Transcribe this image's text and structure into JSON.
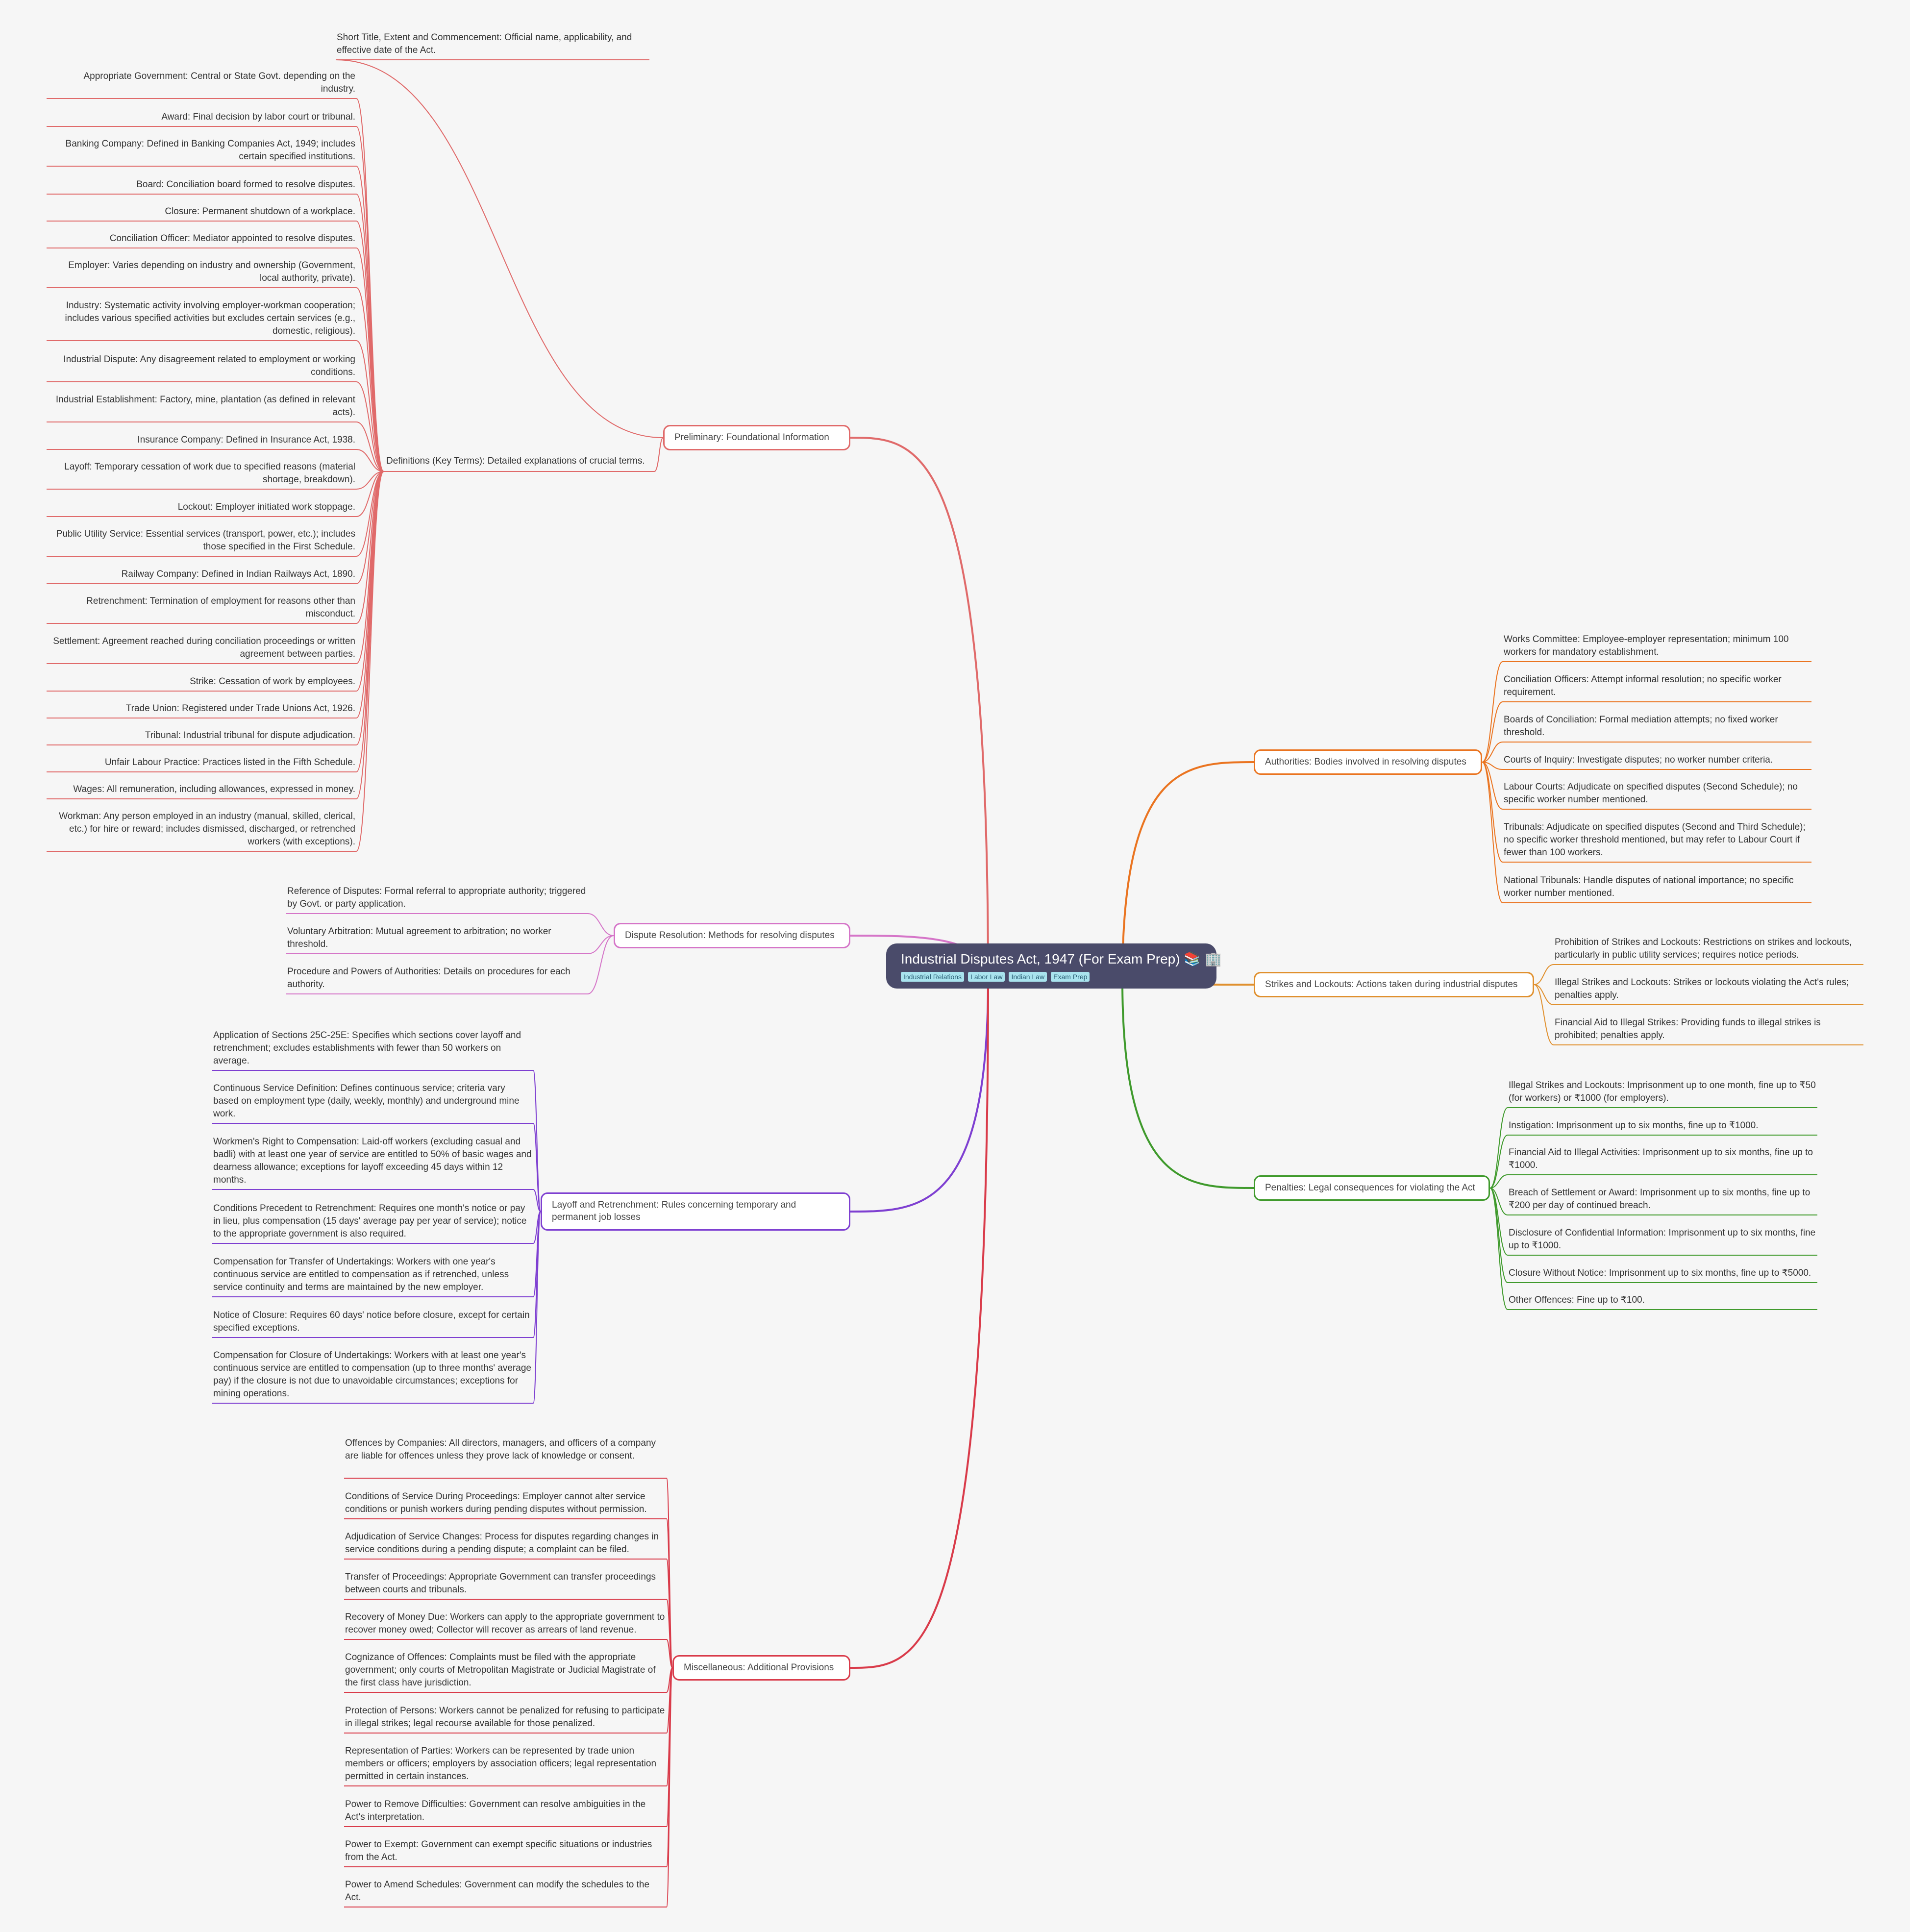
{
  "root": {
    "title": "Industrial Disputes Act, 1947 (For Exam Prep) 📚 🏢",
    "tags": [
      "Industrial Relations",
      "Labor Law",
      "Indian Law",
      "Exam Prep"
    ]
  },
  "colors": {
    "preliminary": "#e06a6a",
    "dispute": "#d575c8",
    "layoff": "#7e3fd1",
    "misc": "#d93b4a",
    "authorities": "#ea7420",
    "strikes": "#e0902e",
    "penalties": "#3f9a2c"
  },
  "branches": {
    "preliminary": {
      "label": "Preliminary: Foundational Information",
      "children": [
        "Short Title, Extent and Commencement: Official name, applicability, and effective date of the Act."
      ],
      "definitions": {
        "label": "Definitions (Key Terms): Detailed explanations of crucial terms.",
        "children": [
          "Appropriate Government: Central or State Govt. depending on the industry.",
          "Award: Final decision by labor court or tribunal.",
          "Banking Company: Defined in Banking Companies Act, 1949; includes certain specified institutions.",
          "Board: Conciliation board formed to resolve disputes.",
          "Closure: Permanent shutdown of a workplace.",
          "Conciliation Officer: Mediator appointed to resolve disputes.",
          "Employer: Varies depending on industry and ownership (Government, local authority, private).",
          "Industry: Systematic activity involving employer-workman cooperation; includes various specified activities but excludes certain services (e.g., domestic, religious).",
          "Industrial Dispute:  Any disagreement related to employment or working conditions.",
          "Industrial Establishment: Factory, mine, plantation (as defined in relevant acts).",
          "Insurance Company:  Defined in Insurance Act, 1938.",
          "Layoff: Temporary cessation of work due to specified reasons (material shortage, breakdown).",
          "Lockout: Employer initiated work stoppage.",
          "Public Utility Service: Essential services (transport, power, etc.); includes those specified in the First Schedule.",
          "Railway Company: Defined in Indian Railways Act, 1890.",
          "Retrenchment: Termination of employment for reasons other than misconduct.",
          "Settlement: Agreement reached during conciliation proceedings or written agreement between parties.",
          "Strike: Cessation of work by employees.",
          "Trade Union: Registered under Trade Unions Act, 1926.",
          "Tribunal: Industrial tribunal for dispute adjudication.",
          "Unfair Labour Practice: Practices listed in the Fifth Schedule.",
          "Wages: All remuneration, including allowances, expressed in money.",
          "Workman:  Any person employed in an industry (manual, skilled, clerical, etc.) for hire or reward; includes dismissed, discharged, or retrenched workers (with exceptions)."
        ]
      }
    },
    "dispute": {
      "label": "Dispute Resolution: Methods for resolving disputes",
      "children": [
        "Reference of Disputes: Formal referral to appropriate authority; triggered by Govt. or party application.",
        "Voluntary Arbitration:  Mutual agreement to arbitration; no worker threshold.",
        "Procedure and Powers of Authorities: Details on procedures for each authority."
      ]
    },
    "layoff": {
      "label": "Layoff and Retrenchment:  Rules concerning temporary and permanent job losses",
      "children": [
        "Application of Sections 25C-25E:  Specifies which sections cover layoff and retrenchment; excludes establishments with fewer than 50 workers on average.",
        "Continuous Service Definition: Defines continuous service; criteria vary based on employment type (daily, weekly, monthly) and underground mine work.",
        "Workmen's Right to Compensation: Laid-off workers (excluding casual and badli) with at least one year of service are entitled to 50% of basic wages and dearness allowance; exceptions for layoff exceeding 45 days within 12 months.",
        "Conditions Precedent to Retrenchment:  Requires one month's notice or pay in lieu, plus compensation (15 days' average pay per year of service); notice to the appropriate government is also required.",
        "Compensation for Transfer of Undertakings:  Workers with one year's continuous service are entitled to compensation as if retrenched, unless service continuity and terms are maintained by the new employer.",
        "Notice of Closure:  Requires 60 days' notice before closure, except for certain specified exceptions.",
        "Compensation for Closure of Undertakings:  Workers with at least one year's continuous service are entitled to compensation (up to three months' average pay) if the closure is not due to unavoidable circumstances; exceptions for mining operations."
      ]
    },
    "misc": {
      "label": "Miscellaneous: Additional Provisions",
      "children": [
        "Offences by Companies:  All directors, managers, and officers of a company are liable for offences unless they prove lack of knowledge or consent.",
        "Conditions of Service During Proceedings: Employer cannot alter service conditions or punish workers during pending disputes without permission.",
        "Adjudication of Service Changes:  Process for disputes regarding changes in service conditions during a pending dispute; a complaint can be filed.",
        "Transfer of Proceedings:  Appropriate Government can transfer proceedings between courts and tribunals.",
        "Recovery of Money Due: Workers can apply to the appropriate government to recover money owed; Collector will recover as arrears of land revenue.",
        "Cognizance of Offences:  Complaints must be filed with the appropriate government; only courts of Metropolitan Magistrate or Judicial Magistrate of the first class have jurisdiction.",
        "Protection of Persons:  Workers cannot be penalized for refusing to participate in illegal strikes; legal recourse available for those penalized.",
        "Representation of Parties:  Workers can be represented by trade union members or officers; employers by association officers; legal representation permitted in certain instances.",
        "Power to Remove Difficulties:  Government can resolve ambiguities in the Act's interpretation.",
        "Power to Exempt:  Government can exempt specific situations or industries from the Act.",
        "Power to Amend Schedules:  Government can modify the schedules to the Act."
      ]
    },
    "authorities": {
      "label": "Authorities:  Bodies involved in resolving disputes",
      "children": [
        "Works Committee: Employee-employer representation; minimum 100 workers for mandatory establishment.",
        "Conciliation Officers:  Attempt informal resolution; no specific worker requirement.",
        "Boards of Conciliation:  Formal mediation attempts; no fixed worker threshold.",
        "Courts of Inquiry: Investigate disputes; no worker number criteria.",
        "Labour Courts:  Adjudicate on specified disputes (Second Schedule); no specific worker number mentioned.",
        "Tribunals:  Adjudicate on specified disputes (Second and Third Schedule); no specific worker threshold mentioned, but may refer to Labour Court if fewer than 100 workers.",
        "National Tribunals:  Handle disputes of national importance; no specific worker number mentioned."
      ]
    },
    "strikes": {
      "label": "Strikes and Lockouts:  Actions taken during industrial disputes",
      "children": [
        "Prohibition of Strikes and Lockouts: Restrictions on strikes and lockouts, particularly in public utility services; requires notice periods.",
        "Illegal Strikes and Lockouts: Strikes or lockouts violating the Act's rules; penalties apply.",
        "Financial Aid to Illegal Strikes:  Providing funds to illegal strikes is prohibited; penalties apply."
      ]
    },
    "penalties": {
      "label": "Penalties:  Legal consequences for violating the Act",
      "children": [
        "Illegal Strikes and Lockouts: Imprisonment up to one month, fine up to ₹50 (for workers) or ₹1000 (for employers).",
        "Instigation: Imprisonment up to six months, fine up to ₹1000.",
        "Financial Aid to Illegal Activities: Imprisonment up to six months, fine up to ₹1000.",
        "Breach of Settlement or Award: Imprisonment up to six months, fine up to ₹200 per day of continued breach.",
        "Disclosure of Confidential Information: Imprisonment up to six months, fine up to ₹1000.",
        "Closure Without Notice: Imprisonment up to six months, fine up to ₹5000.",
        "Other Offences: Fine up to ₹100."
      ]
    }
  }
}
